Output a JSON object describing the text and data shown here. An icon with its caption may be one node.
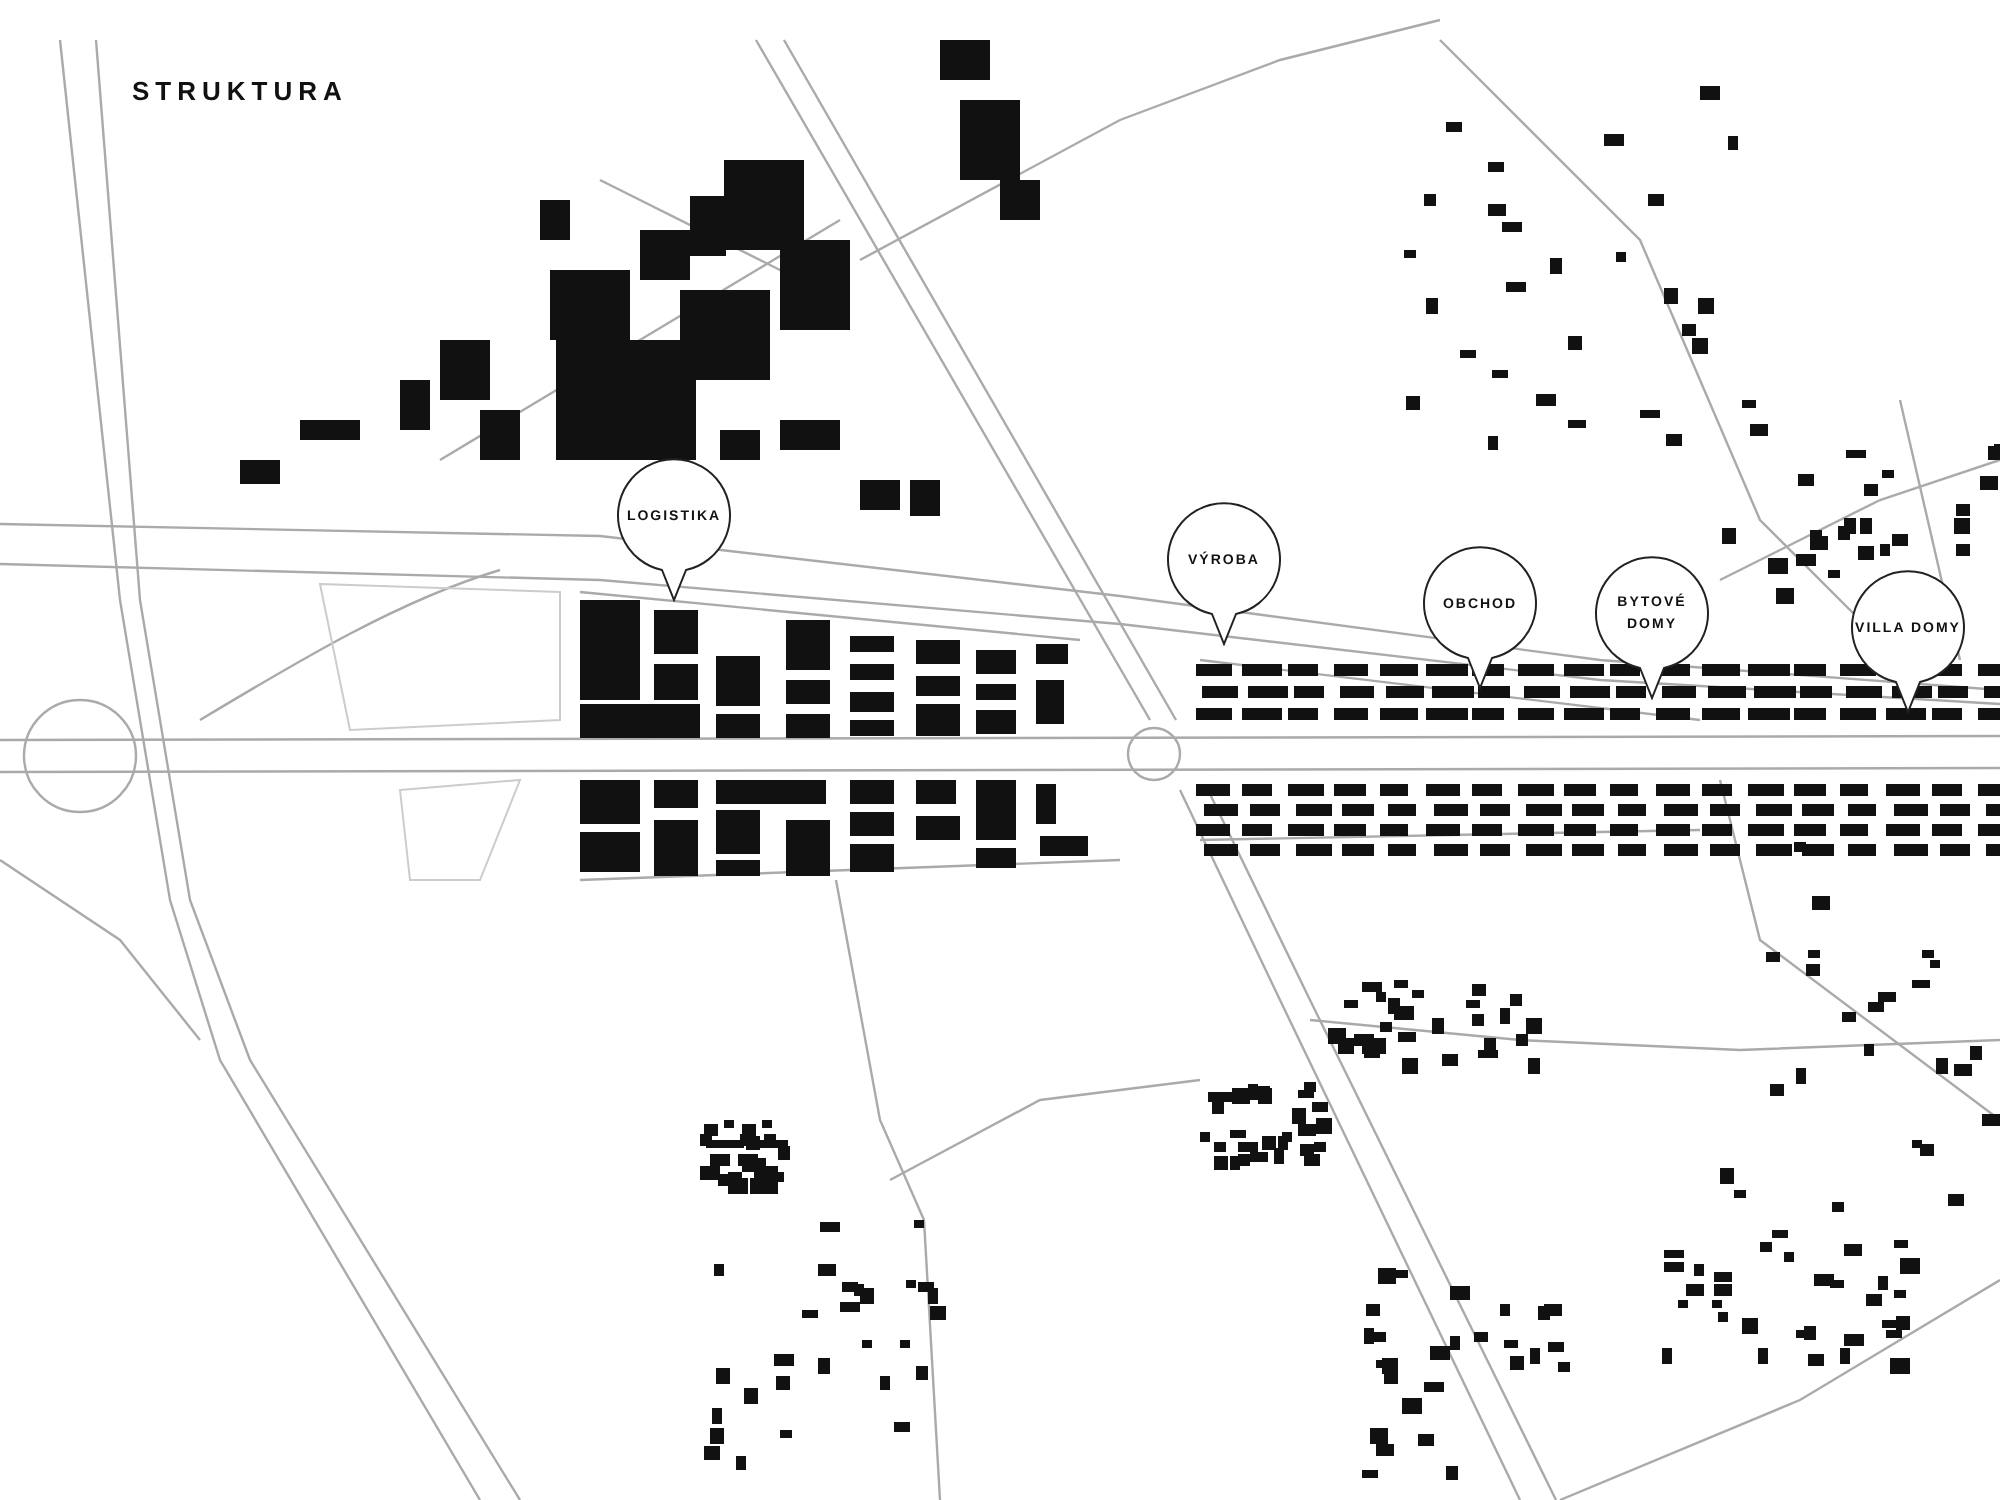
{
  "diagram": {
    "title": "STRUKTURA",
    "nodes": [
      {
        "text": [
          "LOGISTIKA"
        ]
      },
      {
        "text": [
          "VÝROBA"
        ]
      },
      {
        "text": [
          "OBCHOD"
        ]
      },
      {
        "text": [
          "BYTOVÉ DOMY"
        ]
      },
      {
        "text": [
          "VILLA DOMY"
        ]
      }
    ]
  }
}
